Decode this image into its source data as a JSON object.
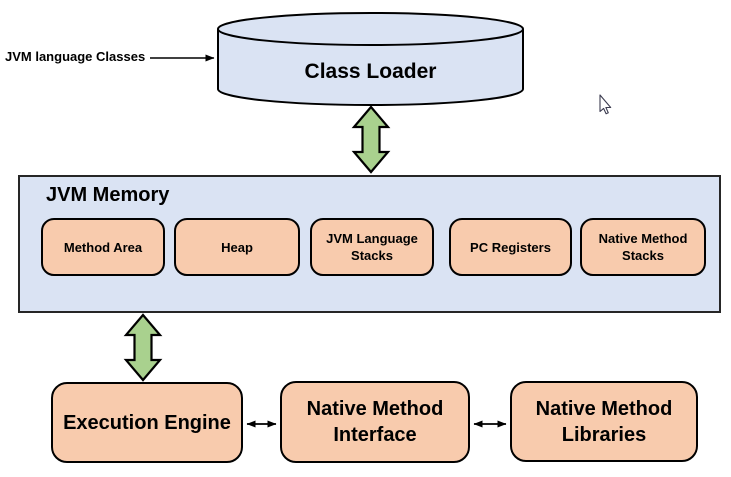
{
  "diagram": {
    "input_label": "JVM language Classes",
    "class_loader_label": "Class Loader",
    "jvm_memory": {
      "title": "JVM Memory",
      "components": [
        "Method Area",
        "Heap",
        "JVM Language Stacks",
        "PC Registers",
        "Native Method Stacks"
      ]
    },
    "bottom_row": {
      "execution_engine": "Execution Engine",
      "native_method_interface": "Native Method Interface",
      "native_method_libraries": "Native Method Libraries"
    },
    "colors": {
      "container_fill": "#dae3f3",
      "cylinder_fill": "#dae3f3",
      "component_fill": "#f8cbad",
      "green_arrow_fill": "#a9d18e",
      "stroke": "#000000",
      "background": "#ffffff"
    }
  }
}
